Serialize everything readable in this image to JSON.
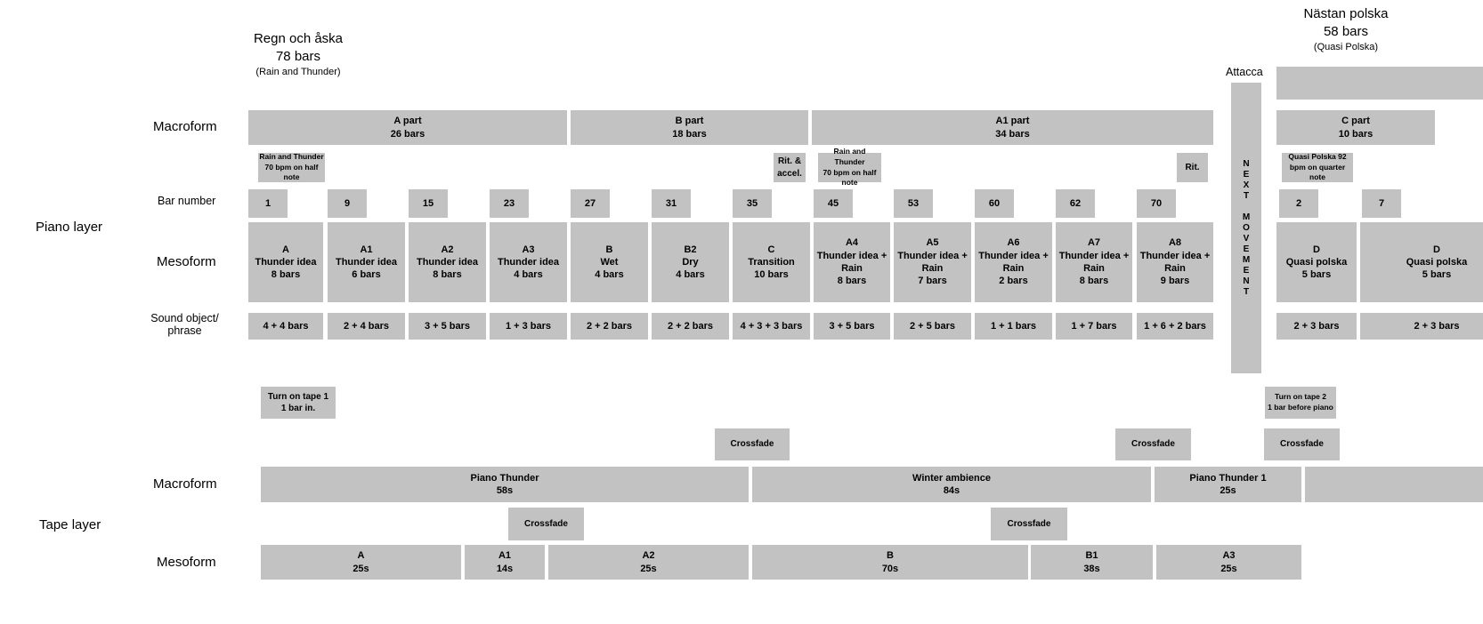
{
  "header": {
    "piece1_title": "Regn och åska\n78 bars",
    "piece1_subtitle": "(Rain and Thunder)",
    "piece2_title": "Nästan polska\n58 bars",
    "piece2_subtitle": "(Quasi Polska)",
    "attacca": "Attacca",
    "next_movement": "N\nE\nX\nT\n\nM\nO\nV\nE\nM\nE\nN\nT"
  },
  "labels": {
    "piano_layer": "Piano layer",
    "tape_layer": "Tape layer",
    "macroform": "Macroform",
    "bar_number": "Bar number",
    "mesoform": "Mesoform",
    "sound_object": "Sound object/\nphrase"
  },
  "piano": {
    "macroform": [
      "A part\n26 bars",
      "B part\n18 bars",
      "A1 part\n34 bars",
      "C part\n10 bars"
    ],
    "annotations": [
      "Rain and Thunder\n70 bpm on half note",
      "Rit. &\naccel.",
      "Rain and Thunder\n70 bpm on half note",
      "Rit.",
      "Quasi Polska 92\nbpm on quarter note"
    ],
    "bar_numbers": [
      "1",
      "9",
      "15",
      "23",
      "27",
      "31",
      "35",
      "45",
      "53",
      "60",
      "62",
      "70",
      "2",
      "7"
    ],
    "mesoform": [
      "A\nThunder idea\n8 bars",
      "A1\nThunder idea\n6 bars",
      "A2\nThunder idea\n8 bars",
      "A3\nThunder idea\n4 bars",
      "B\nWet\n4 bars",
      "B2\nDry\n4 bars",
      "C\nTransition\n10 bars",
      "A4\nThunder idea +\nRain\n8 bars",
      "A5\nThunder idea +\nRain\n7 bars",
      "A6\nThunder idea +\nRain\n2 bars",
      "A7\nThunder idea +\nRain\n8 bars",
      "A8\nThunder idea +\nRain\n9 bars",
      "D\nQuasi polska\n5 bars",
      "D\nQuasi polska\n5 bars"
    ],
    "sound_objects": [
      "4 + 4 bars",
      "2 + 4 bars",
      "3 + 5 bars",
      "1 + 3 bars",
      "2 + 2 bars",
      "2 + 2 bars",
      "4 + 3 + 3 bars",
      "3 + 5 bars",
      "2 + 5 bars",
      "1 + 1 bars",
      "1 + 7 bars",
      "1 + 6 + 2 bars",
      "2 + 3 bars",
      "2 + 3 bars"
    ]
  },
  "tape": {
    "cues": [
      "Turn on tape 1\n1 bar in.",
      "Turn on tape 2\n1 bar before piano"
    ],
    "crossfade_label": "Crossfade",
    "macroform": [
      "Piano Thunder\n58s",
      "Winter ambience\n84s",
      "Piano Thunder 1\n25s"
    ],
    "mesoform": [
      "A\n25s",
      "A1\n14s",
      "A2\n25s",
      "B\n70s",
      "B1\n38s",
      "A3\n25s"
    ]
  },
  "colors": {
    "box_gray": "#c2c2c2",
    "text": "#000000",
    "background": "#ffffff"
  }
}
